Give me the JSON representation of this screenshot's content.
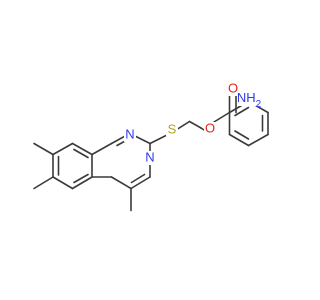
{
  "colors": {
    "bond": "#3a3a3a",
    "nitrogen": "#2f39ee",
    "sulfur": "#b2a21d",
    "oxygen": "#e6221f",
    "amine": "#2f39ee"
  },
  "atom_labels": {
    "n_upper": "N",
    "n_lower": "N",
    "sulfur": "S",
    "ester_o": "O",
    "carbonyl_o": "O",
    "amine": "NH",
    "amine_sub": "2"
  }
}
